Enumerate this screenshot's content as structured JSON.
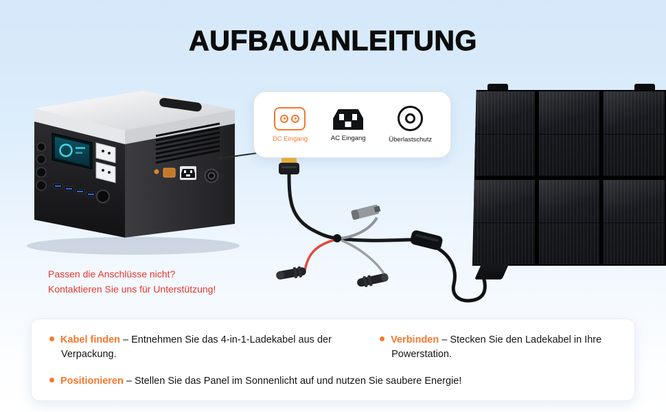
{
  "title": "AUFBAUANLEITUNG",
  "callout": {
    "items": [
      {
        "label": "DC Eingang",
        "icon": "dc-input-icon"
      },
      {
        "label": "AC Eingang",
        "icon": "ac-input-icon"
      },
      {
        "label": "Überlastschutz",
        "icon": "overload-protection-icon"
      }
    ]
  },
  "note": {
    "line1": "Passen die Anschlüsse nicht?",
    "line2": "Kontaktieren Sie uns für Unterstützung!"
  },
  "steps": [
    {
      "label": "Kabel finden",
      "text": "– Entnehmen Sie das 4-in-1-Ladekabel aus der Verpackung."
    },
    {
      "label": "Verbinden",
      "text": "– Stecken Sie den Ladekabel in Ihre Powerstation."
    },
    {
      "label": "Positionieren",
      "text": "– Stellen Sie das Panel im Sonnenlicht auf und nutzen Sie saubere Energie!"
    }
  ],
  "colors": {
    "accent_orange": "#f8772e",
    "note_red": "#e8352b",
    "background_blue": "#d5e8fa",
    "panel_dark": "#17181d"
  }
}
